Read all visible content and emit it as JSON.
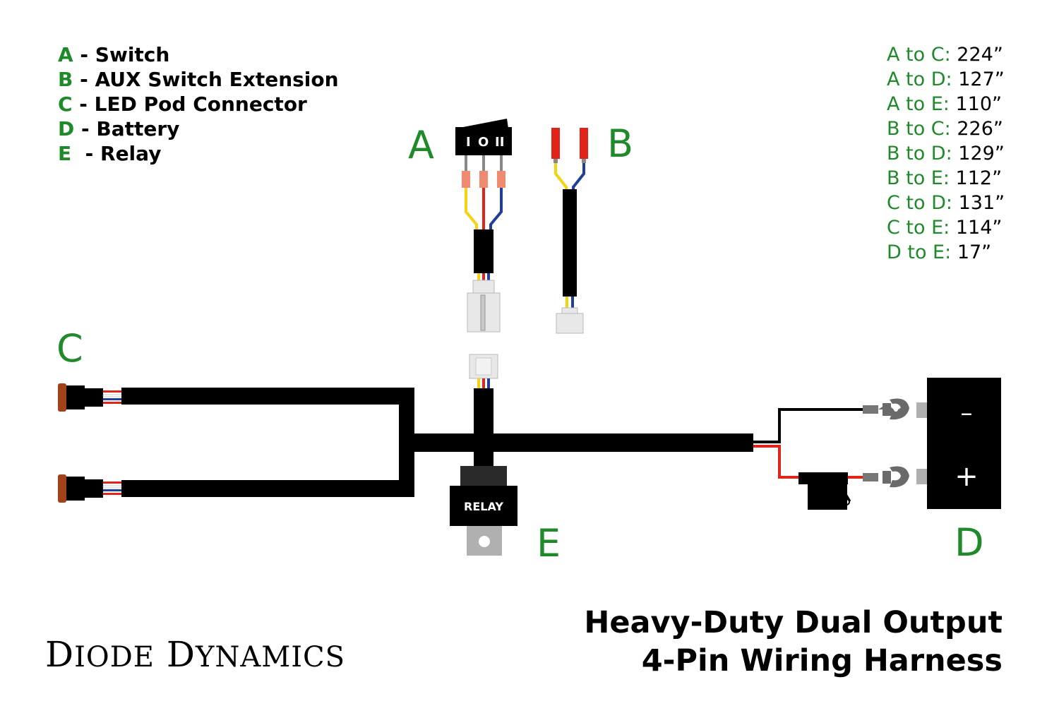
{
  "legend": [
    {
      "key": "A",
      "label": " - Switch"
    },
    {
      "key": "B",
      "label": " - AUX Switch Extension"
    },
    {
      "key": "C",
      "label": " - LED Pod Connector"
    },
    {
      "key": "D",
      "label": " - Battery"
    },
    {
      "key": "E",
      "label": "  - Relay"
    }
  ],
  "lengths": [
    {
      "pair": "A to C:",
      "value": "224”"
    },
    {
      "pair": "A to D:",
      "value": "127”"
    },
    {
      "pair": "A to E:",
      "value": "110”"
    },
    {
      "pair": "B to C:",
      "value": "226”"
    },
    {
      "pair": "B to D:",
      "value": "129”"
    },
    {
      "pair": "B to E:",
      "value": "112”"
    },
    {
      "pair": "C to D:",
      "value": "131”"
    },
    {
      "pair": "C to E:",
      "value": "114”"
    },
    {
      "pair": "D to E:",
      "value": "17”"
    }
  ],
  "component_letters": {
    "a": "A",
    "b": "B",
    "c": "C",
    "d": "D",
    "e": "E"
  },
  "switch_labels": {
    "on": "I",
    "off": "O",
    "on2": "II"
  },
  "relay_label": "RELAY",
  "battery": {
    "negative": "–",
    "positive": "+"
  },
  "title": {
    "line1": "Heavy-Duty Dual Output",
    "line2": "4-Pin Wiring Harness"
  },
  "brand": {
    "first_initial": "D",
    "first_rest": "IODE",
    "second_initial": "D",
    "second_rest": "YNAMICS"
  },
  "colors": {
    "accent": "#1f8a2a",
    "wire_red": "#e2231a",
    "wire_yellow": "#f5d30f",
    "wire_blue": "#1f3f9a",
    "connector": "#e07a50"
  }
}
